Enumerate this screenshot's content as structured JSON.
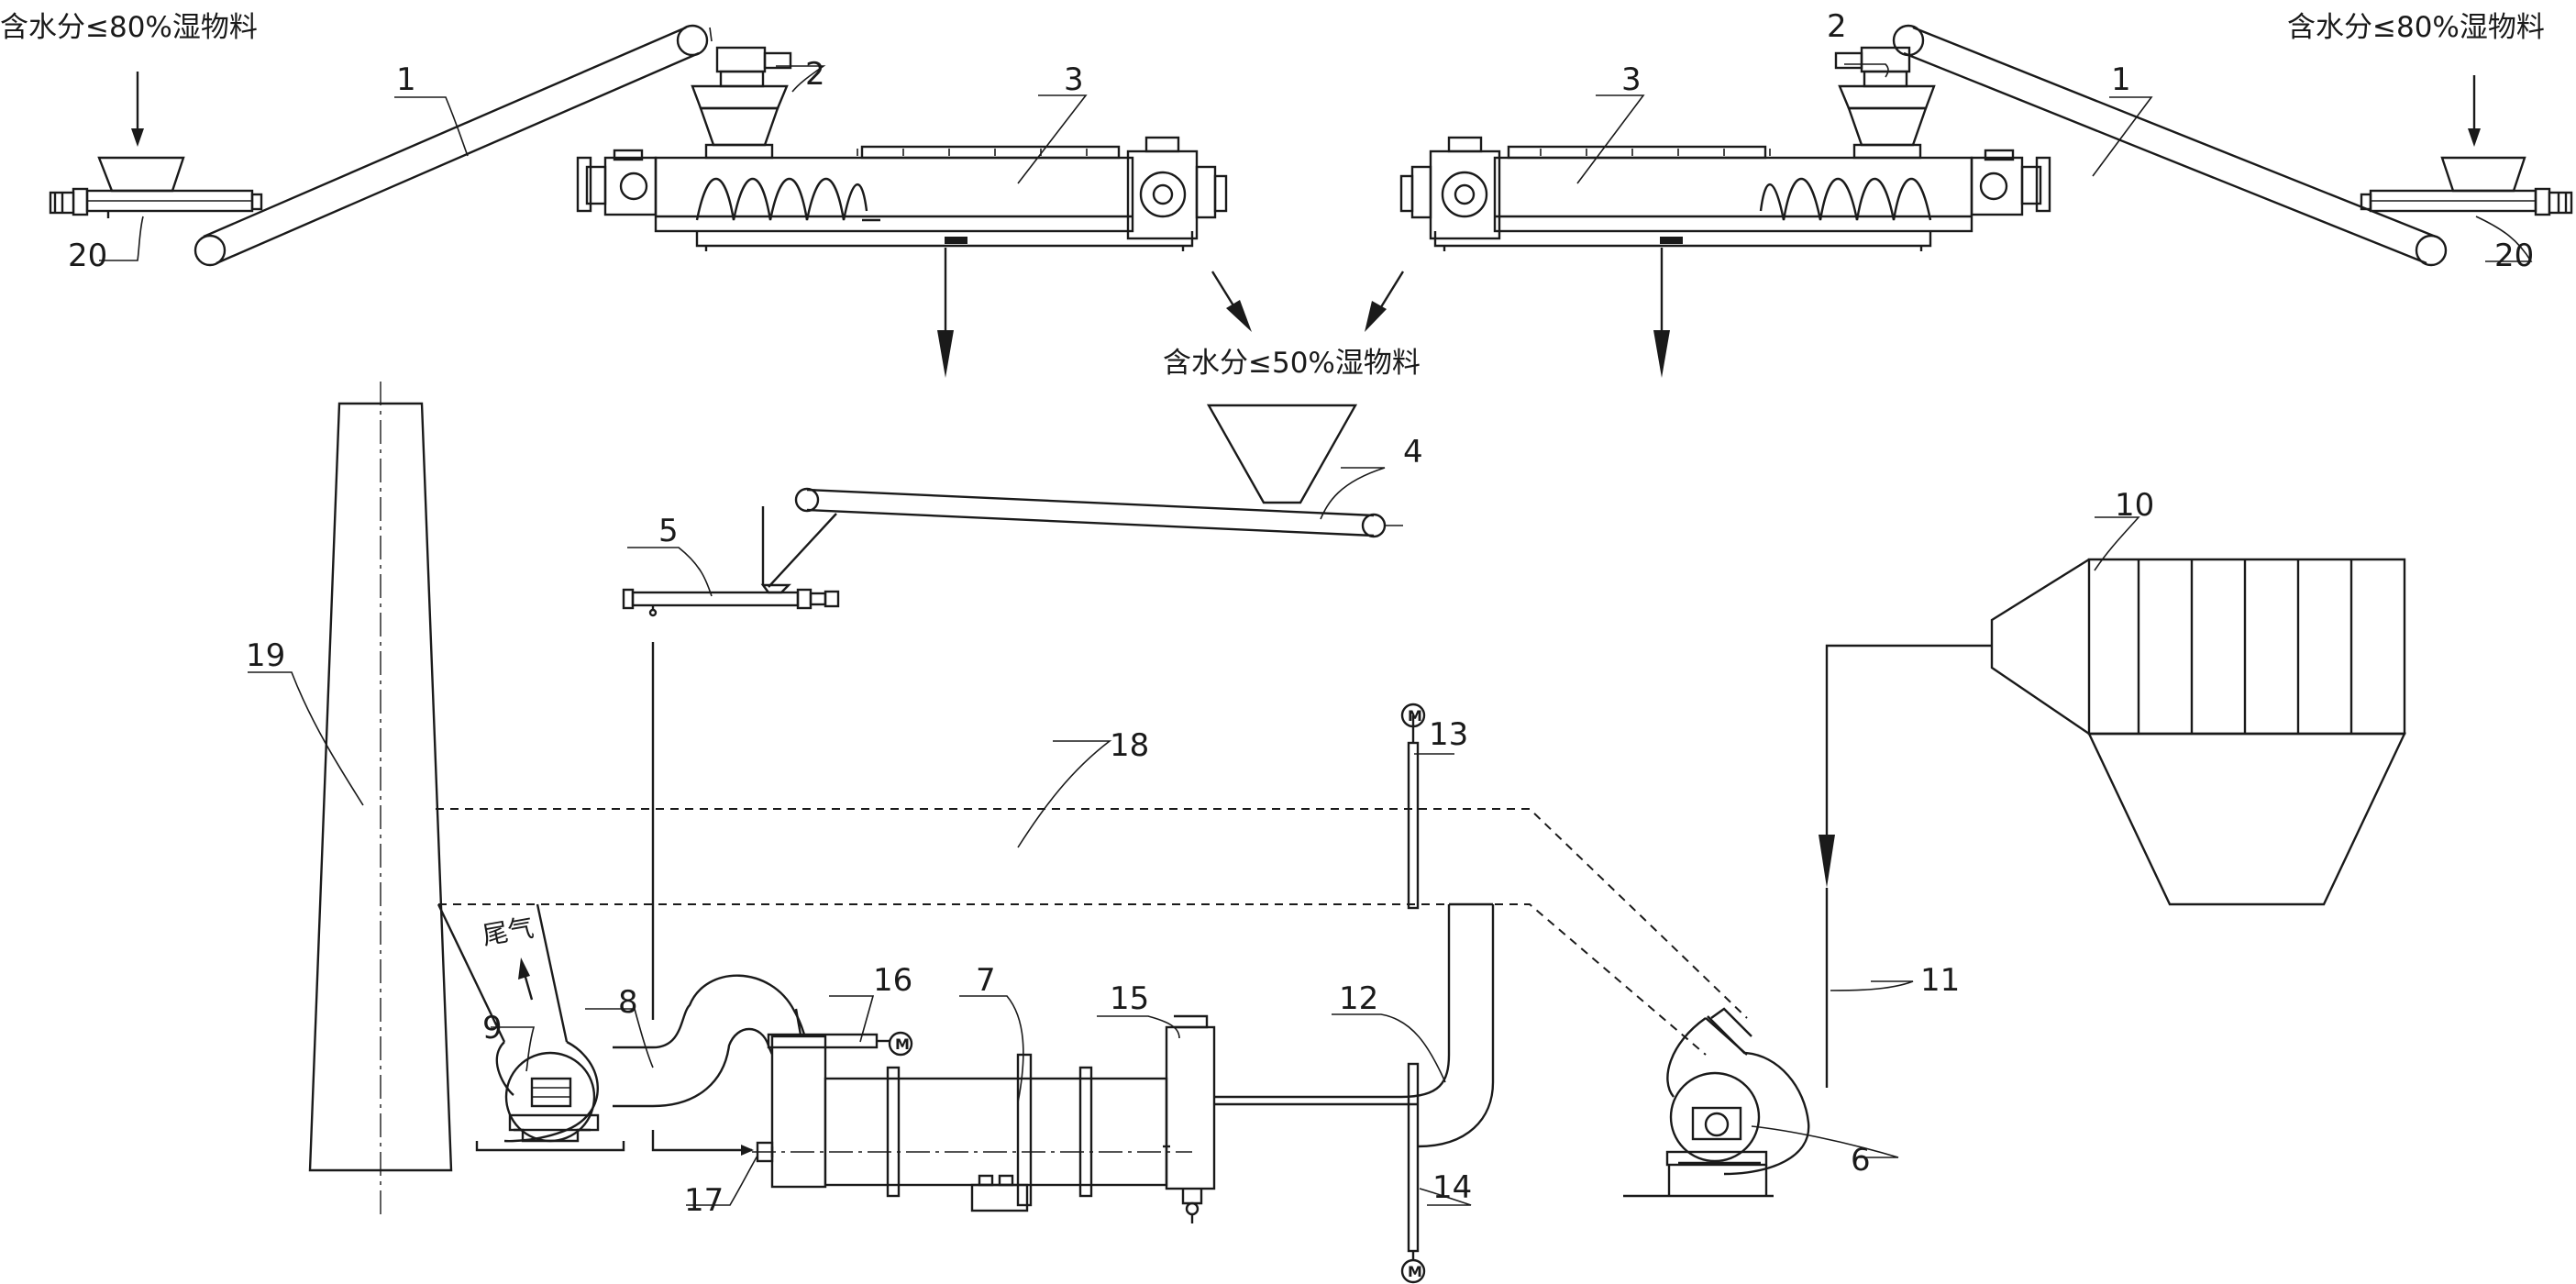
{
  "notes": {
    "feed_left": "含水分≤80%湿物料",
    "feed_right": "含水分≤80%湿物料",
    "middle": "含水分≤50%湿物料",
    "exhaust": "尾气"
  },
  "labels": {
    "n1a": "1",
    "n1b": "1",
    "n2a": "2",
    "n2b": "2",
    "n3a": "3",
    "n3b": "3",
    "n4": "4",
    "n5": "5",
    "n6": "6",
    "n7": "7",
    "n8": "8",
    "n9": "9",
    "n10": "10",
    "n11": "11",
    "n12": "12",
    "n13": "13",
    "n14": "14",
    "n15": "15",
    "n16": "16",
    "n17": "17",
    "n18": "18",
    "n19": "19",
    "n20a": "20",
    "n20b": "20"
  },
  "motor_symbol": "M"
}
